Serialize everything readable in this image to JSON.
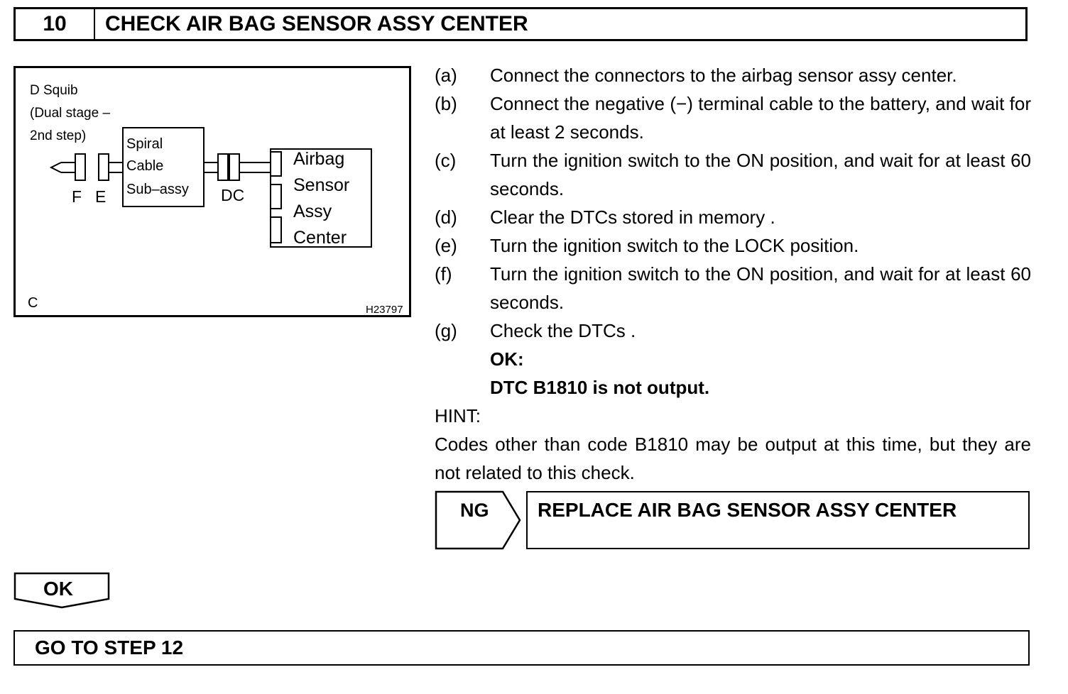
{
  "header": {
    "step_number": "10",
    "title": "CHECK AIR BAG SENSOR ASSY CENTER"
  },
  "diagram": {
    "squib_label_1": "D Squib",
    "squib_label_2": "(Dual stage –",
    "squib_label_3": "2nd step)",
    "spiral_1": "Spiral",
    "spiral_2": "Cable",
    "spiral_3": "Sub–assy",
    "sensor_1": "Airbag",
    "sensor_2": "Sensor",
    "sensor_3": "Assy",
    "sensor_4": "Center",
    "conn_f": "F",
    "conn_e": "E",
    "conn_dc": "DC",
    "corner_label": "C",
    "figure_id": "H23797"
  },
  "steps": [
    {
      "letter": "(a)",
      "text": "Connect the connectors to the airbag sensor assy center."
    },
    {
      "letter": "(b)",
      "text": "Connect the negative (−) terminal cable to the battery, and wait for at least 2 seconds."
    },
    {
      "letter": "(c)",
      "text": "Turn the ignition switch to the ON position, and wait for at least 60 seconds."
    },
    {
      "letter": "(d)",
      "text": "Clear the DTCs stored in memory ."
    },
    {
      "letter": "(e)",
      "text": "Turn the ignition switch to the LOCK position."
    },
    {
      "letter": "(f)",
      "text": "Turn the ignition switch to the ON position, and wait for at least 60 seconds."
    },
    {
      "letter": "(g)",
      "text": "Check the DTCs ."
    }
  ],
  "ok_criteria": {
    "label": "OK:",
    "text": "DTC B1810 is not output."
  },
  "hint": {
    "label": "HINT:",
    "text": "Codes other than code B1810 may be output at this time, but they are not related to this check."
  },
  "ng": {
    "label": "NG",
    "result": "REPLACE AIR BAG SENSOR ASSY CENTER"
  },
  "ok": {
    "label": "OK",
    "next": "GO TO STEP 12"
  }
}
